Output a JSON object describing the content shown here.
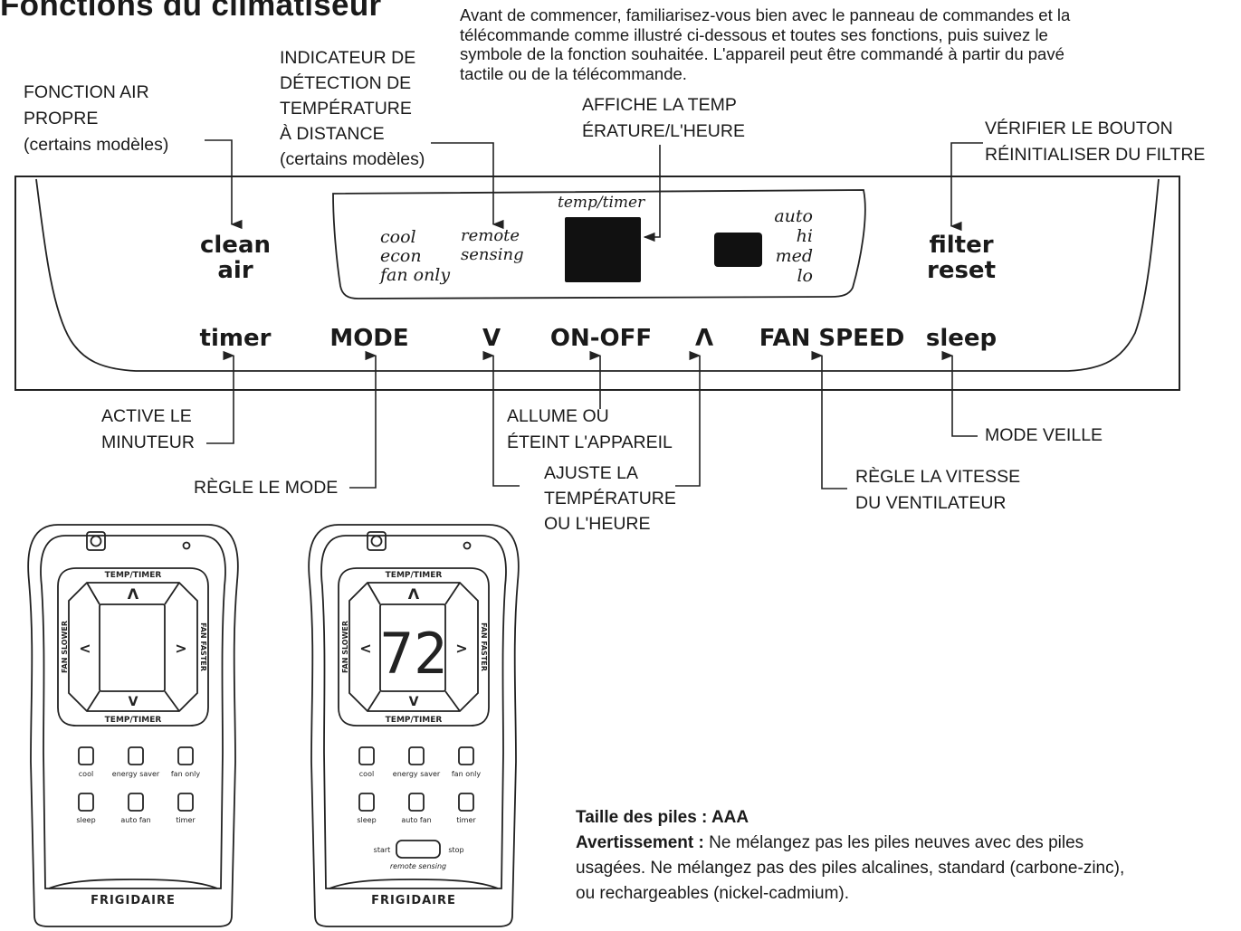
{
  "title": "Fonctions du climatiseur",
  "intro": [
    "Avant de commencer, familiarisez-vous bien avec le panneau de commandes et la",
    "télécommande comme illustré ci-dessous et toutes ses fonctions, puis suivez le",
    "symbole de la fonction souhaitée. L'appareil peut être commandé à partir du pavé",
    "tactile ou de la télécommande."
  ],
  "callouts": {
    "clean_air": [
      "FONCTION AIR",
      "PROPRE",
      "(certains modèles)"
    ],
    "remote_sensing": [
      "INDICATEUR DE",
      "DÉTECTION DE",
      "TEMPÉRATURE",
      "À DISTANCE",
      "(certains modèles)"
    ],
    "display": [
      "AFFICHE LA TEMP",
      "ÉRATURE/L'HEURE"
    ],
    "filter": [
      "VÉRIFIER LE BOUTON",
      "RÉINITIALISER DU FILTRE"
    ],
    "timer": [
      "ACTIVE LE",
      "MINUTEUR"
    ],
    "mode": "RÈGLE LE MODE",
    "onoff": [
      "ALLUME OU",
      "ÉTEINT L'APPAREIL"
    ],
    "adjust": [
      "AJUSTE LA",
      "TEMPÉRATURE",
      "OU L'HEURE"
    ],
    "fan": [
      "RÈGLE LA VITESSE",
      "DU VENTILATEUR"
    ],
    "sleep": "MODE VEILLE"
  },
  "panel": {
    "clean": "clean",
    "air": "air",
    "filter": "filter",
    "reset": "reset",
    "modes": [
      "cool",
      "econ",
      "fan only"
    ],
    "remote": "remote",
    "sensing": "sensing",
    "temp_timer": "temp/timer",
    "speeds": [
      "auto",
      "hi",
      "med",
      "lo"
    ],
    "buttons": {
      "timer": "timer",
      "mode": "MODE",
      "down": "V",
      "onoff": "ON-OFF",
      "up": "Λ",
      "fanspeed": "FAN SPEED",
      "sleep": "sleep"
    }
  },
  "remote": {
    "temp_timer": "TEMP/TIMER",
    "fan_slower": "FAN SLOWER",
    "fan_faster": "FAN FASTER",
    "up": "Λ",
    "down": "V",
    "left": "<",
    "right": ">",
    "display_value": "72",
    "buttons": [
      "cool",
      "energy saver",
      "fan only",
      "sleep",
      "auto fan",
      "timer"
    ],
    "start": "start",
    "stop": "stop",
    "remote_sensing": "remote sensing",
    "brand": "FRIGIDAIRE"
  },
  "battery": {
    "size_label": "Taille des piles : AAA",
    "warning_label": "Avertissement :",
    "warning_text_1": " Ne mélangez pas les piles neuves avec des piles",
    "warning_text_2": "usagées. Ne mélangez pas des piles alcalines, standard (carbone-zinc),",
    "warning_text_3": "ou rechargeables (nickel-cadmium)."
  }
}
